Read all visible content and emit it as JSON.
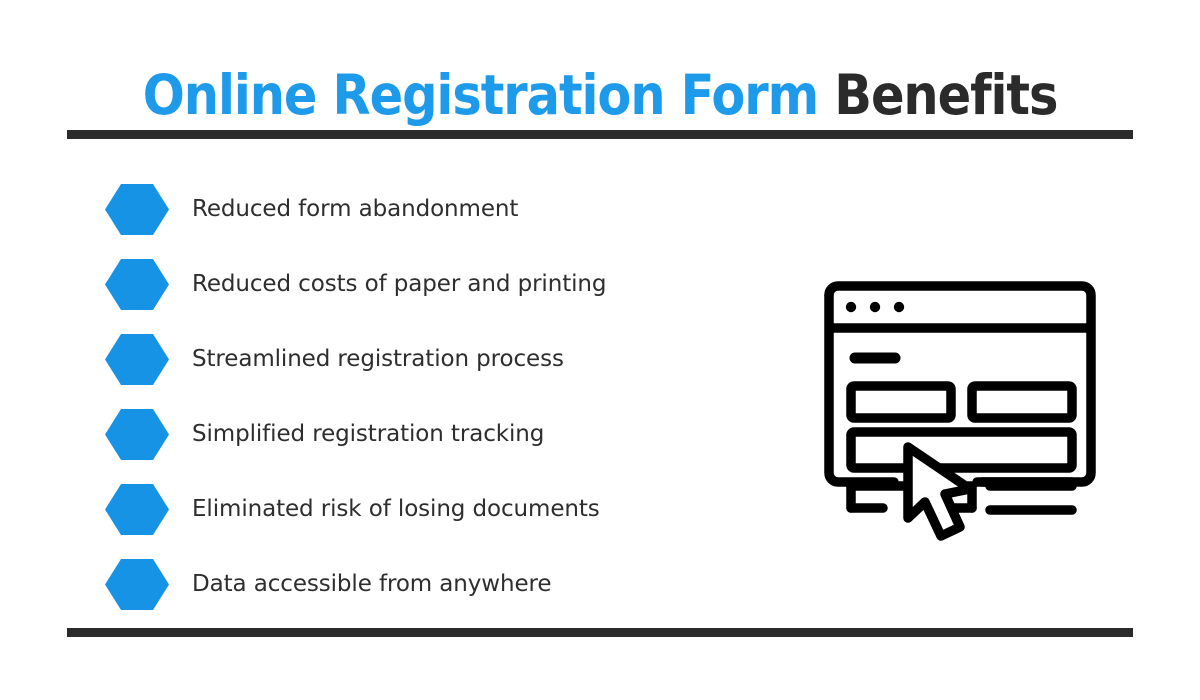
{
  "poster": {
    "background_color": "#FFFFFF",
    "accent_color": "#1793E6",
    "dark_color": "#2B2B2B",
    "text_color": "#2E2E2E"
  },
  "title": {
    "primary": "Online Registration Form",
    "primary_color": "#1E9AEA",
    "secondary": "Benefits",
    "secondary_color": "#2B2B2B",
    "full": "Online Registration Form Benefits"
  },
  "dividers": {
    "top": "horizontal-rule",
    "bottom": "horizontal-rule"
  },
  "benefits": {
    "bullet_shape": "hexagon",
    "bullet_color": "#1793E6",
    "items": [
      {
        "label": "Reduced form abandonment"
      },
      {
        "label": "Reduced costs of paper and printing"
      },
      {
        "label": "Streamlined registration process"
      },
      {
        "label": "Simplified registration tracking"
      },
      {
        "label": "Eliminated risk of losing documents"
      },
      {
        "label": "Data accessible from anywhere"
      }
    ]
  },
  "illustration": {
    "name": "online-form-window-with-cursor",
    "stroke_color": "#000000",
    "parts": [
      "browser-window-frame",
      "title-bar",
      "window-dot-1",
      "window-dot-2",
      "window-dot-3",
      "form-field-label",
      "form-input-left",
      "form-input-right",
      "form-input-full-width",
      "form-input-bottom-left",
      "form-text-line-1",
      "form-text-line-2",
      "mouse-cursor-arrow"
    ]
  }
}
